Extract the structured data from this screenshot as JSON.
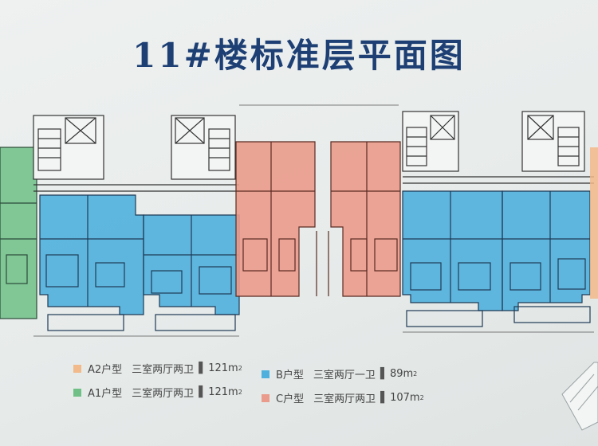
{
  "title": "11#楼标准层平面图",
  "colors": {
    "title": "#1d3f74",
    "A2": "#f2b98a",
    "A1": "#6fbf86",
    "B": "#4fb0dd",
    "C": "#ea9b8b"
  },
  "legend": [
    {
      "key": "A2",
      "type": "A2户型",
      "desc": "三室两厅两卫",
      "area": "121",
      "unit": "m",
      "exp": "2"
    },
    {
      "key": "A1",
      "type": "A1户型",
      "desc": "三室两厅两卫",
      "area": "121",
      "unit": "m",
      "exp": "2"
    },
    {
      "key": "B",
      "type": "B户型",
      "desc": "三室两厅一卫",
      "area": "89",
      "unit": "m",
      "exp": "2"
    },
    {
      "key": "C",
      "type": "C户型",
      "desc": "三室两厅两卫",
      "area": "107",
      "unit": "m",
      "exp": "2"
    }
  ]
}
